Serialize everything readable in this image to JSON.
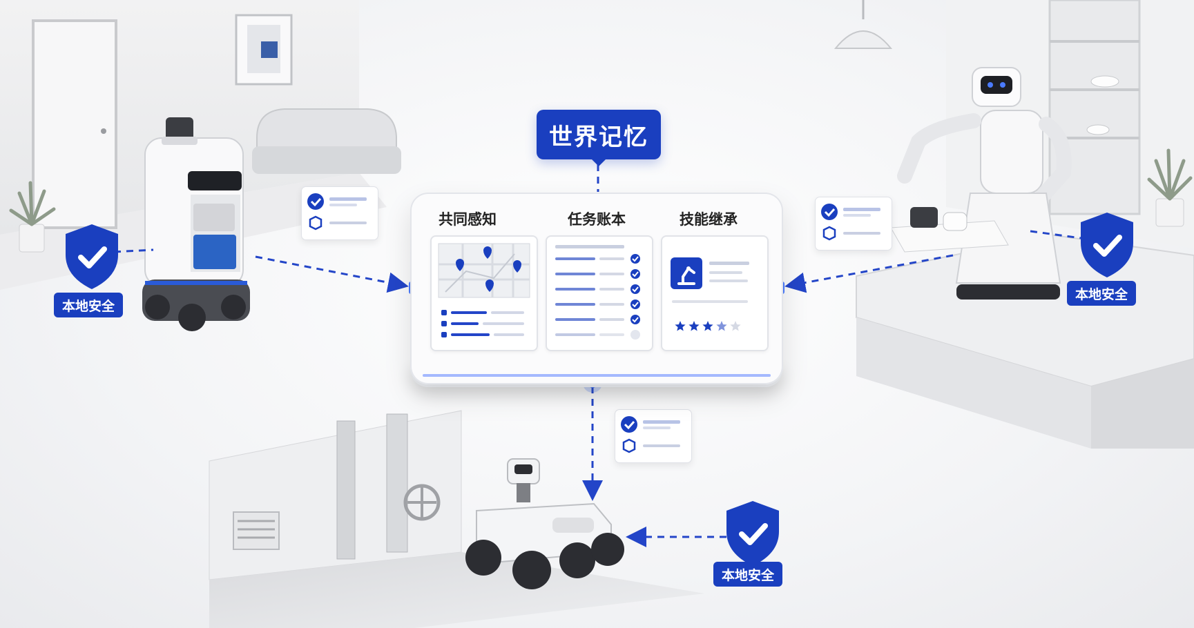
{
  "title": "世界记忆",
  "hub": {
    "columns": [
      {
        "label": "共同感知"
      },
      {
        "label": "任务账本"
      },
      {
        "label": "技能继承"
      }
    ]
  },
  "badges": {
    "left": "本地安全",
    "right": "本地安全",
    "bottom": "本地安全"
  },
  "colors": {
    "accent": "#1a3fbf",
    "arrow": "#2345c8",
    "glow": "#4a7bff"
  },
  "icons": [
    "shield-check-icon",
    "check-circle-icon",
    "cube-icon",
    "robot-arm-icon",
    "star-icon",
    "map-pin-icon"
  ],
  "skill_rating": 3.5
}
